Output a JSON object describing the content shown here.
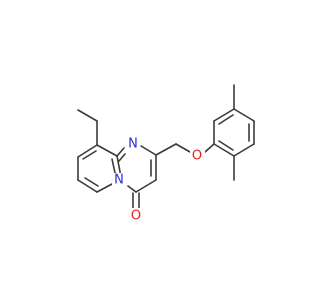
{
  "molecule": {
    "colors": {
      "bond": "#3a3a3a",
      "nitrogen": "#2b2bd9",
      "oxygen": "#e0231e",
      "background": "#ffffff"
    },
    "atoms": [
      {
        "id": "N_imine",
        "element": "N",
        "label": "N"
      },
      {
        "id": "N_bridge",
        "element": "N",
        "label": "N"
      },
      {
        "id": "O_ether",
        "element": "O",
        "label": "O"
      },
      {
        "id": "O_carbonyl",
        "element": "O",
        "label": "O"
      }
    ]
  }
}
